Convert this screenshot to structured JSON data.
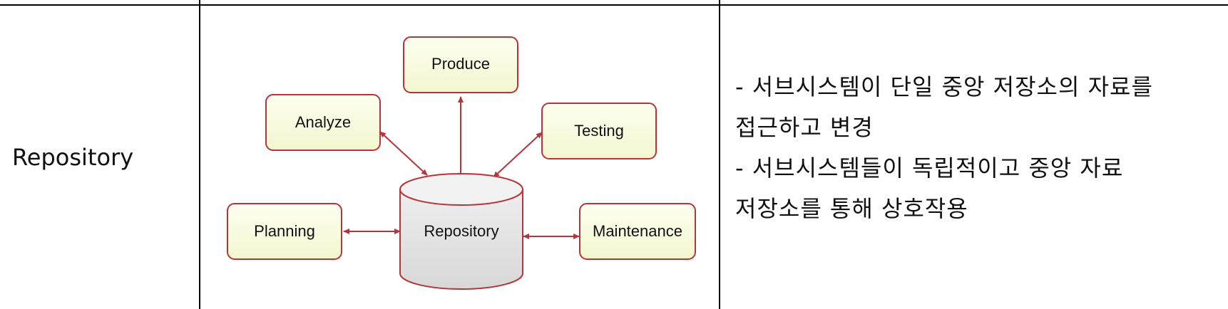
{
  "row": {
    "style_label": "Repository"
  },
  "diagram": {
    "nodes": {
      "produce": "Produce",
      "analyze": "Analyze",
      "testing": "Testing",
      "planning": "Planning",
      "repository": "Repository",
      "maintenance": "Maintenance"
    },
    "colors": {
      "box_fill": "#fbfde4",
      "box_border": "#b5353a",
      "arrow": "#b5353a",
      "cylinder_fill": "#e2e2e2"
    }
  },
  "description": {
    "lines": [
      "- 서브시스템이 단일 중앙 저장소의 자료를",
      "접근하고 변경",
      "- 서브시스템들이 독립적이고 중앙 자료",
      "저장소를 통해 상호작용"
    ]
  }
}
